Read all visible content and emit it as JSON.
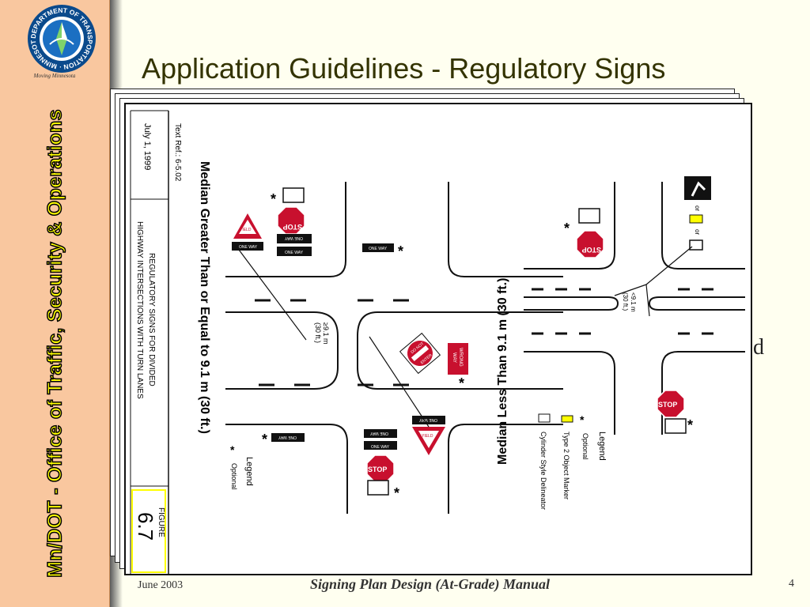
{
  "sidebar": {
    "logo_ring_text": "DEPARTMENT OF TRANSPORTATION · MINNESOTA ·",
    "logo_tagline": "Moving Minnesota",
    "vertical_text": "Mn/DOT - Office of Traffic, Security & Operations"
  },
  "slide": {
    "title": "Application Guidelines - Regulatory Signs",
    "partial_text": "d"
  },
  "figure": {
    "date": "July 1, 1999",
    "text_ref": "Text Ref.: 6-5.02",
    "caption_line1": "REGULATORY SIGNS FOR DIVIDED",
    "caption_line2": "HIGHWAY INTERSECTIONS WITH TURN LANES",
    "figure_label": "FIGURE",
    "figure_number": "6.7",
    "left_heading": "Median Greater Than or Equal to 9.1 m (30 ft.)",
    "right_heading": "Median Less Than 9.1 m (30 ft.)",
    "dim_left_1": "≥9.1 m",
    "dim_left_2": "(30 ft.)",
    "dim_right_1": "<9.1 m",
    "dim_right_2": "(30 ft.)",
    "sign_stop": "STOP",
    "sign_yield": "YIELD",
    "sign_one_way": "ONE WAY",
    "sign_do_not_enter_1": "DO NOT",
    "sign_do_not_enter_2": "ENTER",
    "sign_wrong_1": "WRONG",
    "sign_wrong_2": "WAY",
    "word_or": "or",
    "asterisk": "*",
    "legend_title": "Legend",
    "legend_optional": "Optional",
    "legend_marker": "Type 2 Object Marker",
    "legend_delineator": "Cylinder Style Delineator"
  },
  "footer": {
    "date": "June 2003",
    "title": "Signing Plan Design (At-Grade) Manual",
    "page": "4"
  }
}
